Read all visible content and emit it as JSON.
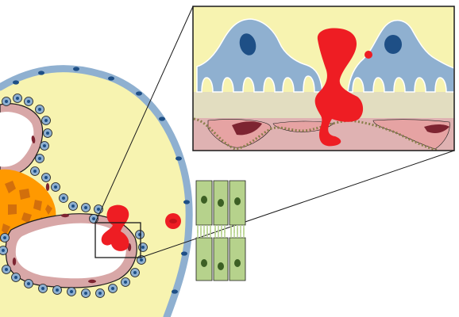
{
  "figure": {
    "colors": {
      "background": "#ffffff",
      "glomerular_space": "#f7f3b0",
      "podocyte": "#8fb0d0",
      "podocyte_nucleus": "#1e4f86",
      "basement_membrane": "#e2ddc0",
      "capillary_wall": "#d8a7a7",
      "endothelial_cell": "#e6a3a3",
      "endothelial_nucleus": "#7d2431",
      "mesangial_matrix": "#ff9900",
      "mesangial_cell": "#d26f0c",
      "tubular_cell": "#b6d28c",
      "tubular_nucleus": "#3c5f24",
      "leak": "#ee1d23",
      "outline": "#1a1a1a",
      "fenestration_beads": "#8a7f4b"
    },
    "elements": [
      {
        "name": "glomerulus",
        "icon": "glomerulus-diagram"
      },
      {
        "name": "zoom-box",
        "icon": "rectangle-outline"
      },
      {
        "name": "inset-panel",
        "icon": "filtration-barrier-detail"
      },
      {
        "name": "protein-leak",
        "icon": "red-blob"
      },
      {
        "name": "red-blood-cell",
        "icon": "red-disc"
      },
      {
        "name": "proximal-tubule-cells",
        "icon": "columnar-cells"
      }
    ]
  }
}
